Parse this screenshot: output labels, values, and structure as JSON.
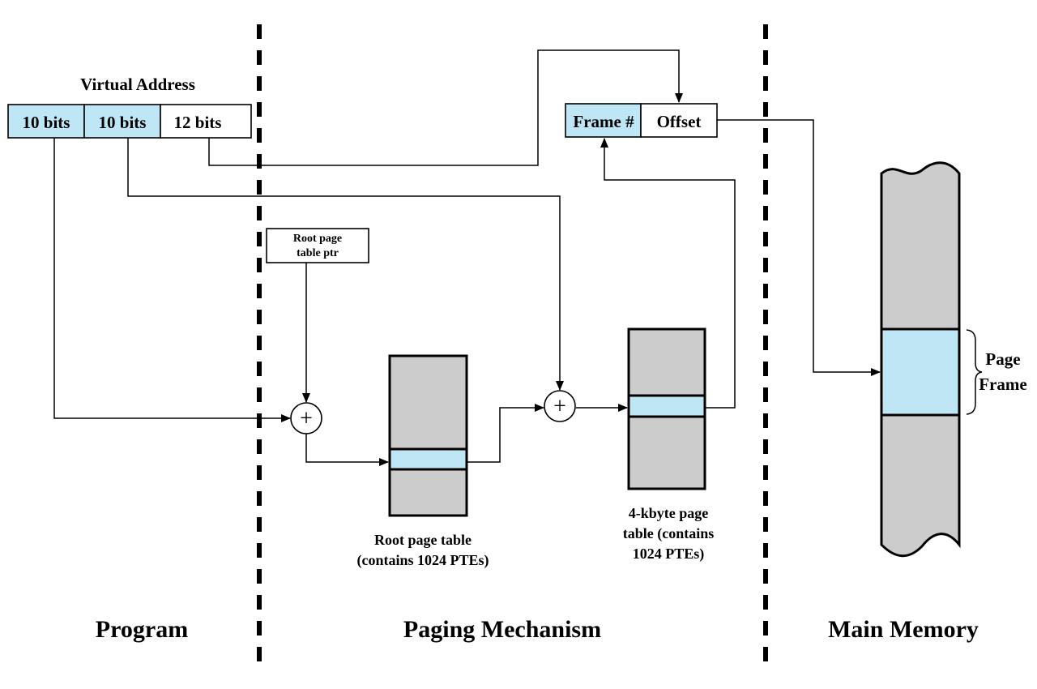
{
  "regions": {
    "program": "Program",
    "paging_mechanism": "Paging Mechanism",
    "main_memory": "Main Memory"
  },
  "virtual_address": {
    "title": "Virtual Address",
    "fields": [
      "10 bits",
      "10 bits",
      "12 bits"
    ]
  },
  "root_ptr": {
    "line1": "Root page",
    "line2": "table ptr"
  },
  "physical_address": {
    "frame": "Frame #",
    "offset": "Offset"
  },
  "root_table": {
    "line1": "Root page table",
    "line2": "(contains 1024 PTEs)"
  },
  "page_table": {
    "line1": "4-kbyte page",
    "line2": "table (contains",
    "line3": "1024 PTEs)"
  },
  "memory": {
    "page_frame_line1": "Page",
    "page_frame_line2": "Frame"
  },
  "adder_symbol": "+",
  "colors": {
    "highlight": "#bfe6f5",
    "table_fill": "#cccccc",
    "stroke": "#000000",
    "background": "#ffffff"
  }
}
